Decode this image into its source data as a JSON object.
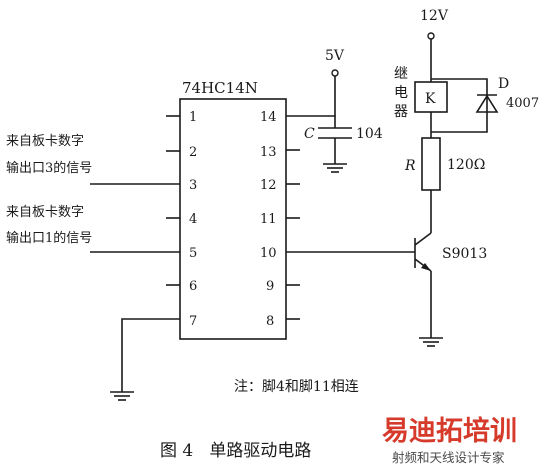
{
  "ic": {
    "name": "74HC14N",
    "left_pins": [
      "1",
      "2",
      "3",
      "4",
      "5",
      "6",
      "7"
    ],
    "right_pins": [
      "14",
      "13",
      "12",
      "11",
      "10",
      "9",
      "8"
    ]
  },
  "power": {
    "vcc_ic": "5V",
    "vcc_relay": "12V"
  },
  "capacitor": {
    "label": "C",
    "value": "104"
  },
  "relay": {
    "coil_label": "K",
    "caption": [
      "继",
      "电",
      "器"
    ]
  },
  "diode": {
    "label": "D",
    "value": "4007"
  },
  "resistor": {
    "label": "R",
    "value": "120Ω"
  },
  "transistor": {
    "model": "S9013"
  },
  "inputs": {
    "in1_line1": "来自板卡数字",
    "in1_line2": "输出口3的信号",
    "in2_line1": "来自板卡数字",
    "in2_line2": "输出口1的信号"
  },
  "note": "注：脚4和脚11相连",
  "caption": "图 4   单路驱动电路",
  "watermark": {
    "main": "易迪拓培训",
    "sub": "射频和天线设计专家",
    "color": "#d63a2a"
  }
}
